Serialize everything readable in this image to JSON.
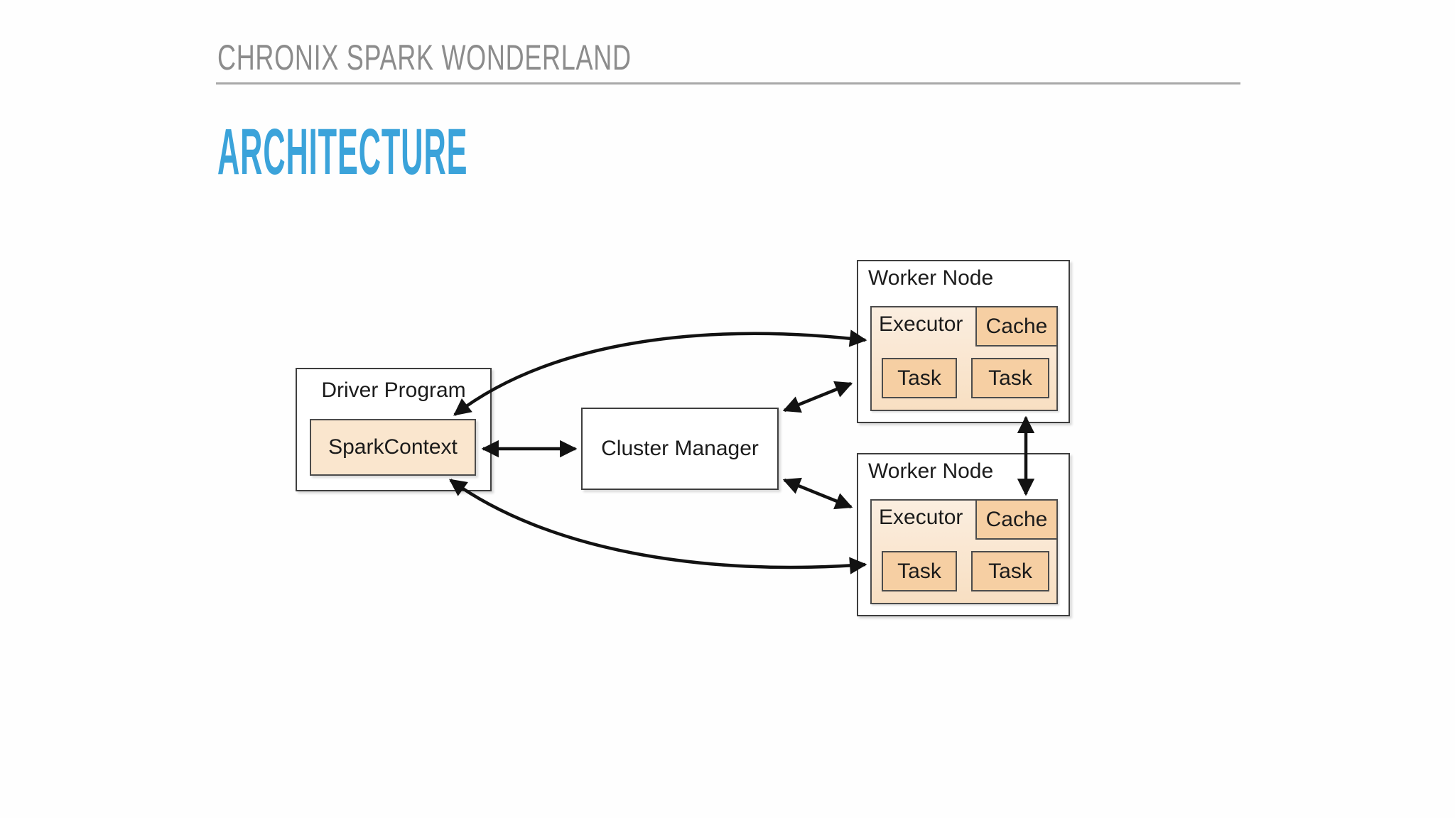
{
  "slide": {
    "eyebrow": "CHRONIX SPARK WONDERLAND",
    "title": "ARCHITECTURE"
  },
  "colors": {
    "title_blue": "#3BA3DA",
    "eyebrow_gray": "#8C8C8C",
    "divider_gray": "#A8A8A8",
    "box_border": "#3E3E3E",
    "spark_context_fill": "#FAE6CE",
    "executor_fill_top": "#FBEEE0",
    "executor_fill_bottom": "#F8DFC2",
    "cache_task_fill": "#F6CFA3",
    "arrow_black": "#121212"
  },
  "diagram": {
    "driver_program": {
      "label": "Driver Program",
      "spark_context": {
        "label": "SparkContext"
      }
    },
    "cluster_manager": {
      "label": "Cluster Manager"
    },
    "worker_node_top": {
      "label": "Worker Node",
      "executor": {
        "label": "Executor",
        "cache_label": "Cache",
        "task1_label": "Task",
        "task2_label": "Task"
      }
    },
    "worker_node_bottom": {
      "label": "Worker Node",
      "executor": {
        "label": "Executor",
        "cache_label": "Cache",
        "task1_label": "Task",
        "task2_label": "Task"
      }
    }
  }
}
